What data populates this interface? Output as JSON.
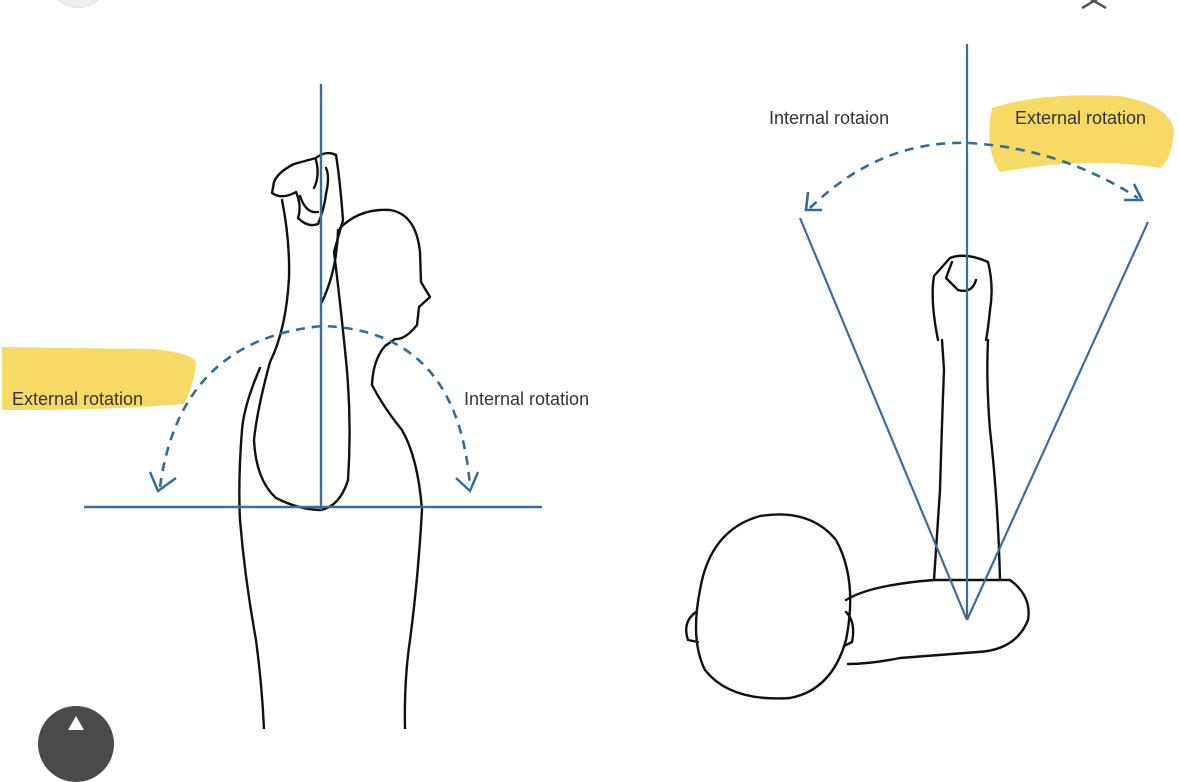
{
  "figure": {
    "left_panel": {
      "label_external": "External rotation",
      "label_internal": "Internal rotation"
    },
    "right_panel": {
      "label_internal": "Internal rotaion",
      "label_external": "External rotation"
    }
  },
  "colors": {
    "axis_line": "#3f6b9a",
    "arrow": "#356a93",
    "highlight": "#f6d34a",
    "outline": "#111111"
  },
  "icons": {
    "close": "close-icon",
    "fab": "fab-icon"
  }
}
